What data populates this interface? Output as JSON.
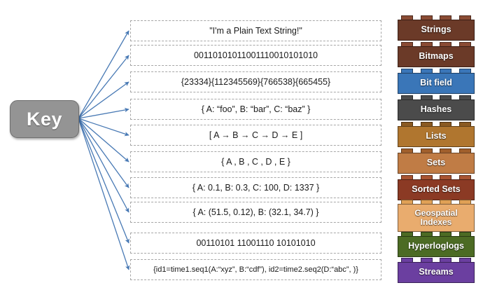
{
  "diagram": {
    "title_node": {
      "label": "Key",
      "color": "#949494"
    },
    "rows": [
      {
        "value": "\"I'm a Plain Text String!\"",
        "type_label": "Strings",
        "brick_color": "#6B3A28",
        "stud_color": "#8A4B34",
        "two_line": false
      },
      {
        "value": "00110101011001110010101010",
        "type_label": "Bitmaps",
        "brick_color": "#6B3A28",
        "stud_color": "#8A4B34",
        "two_line": false
      },
      {
        "value": "{23334}{112345569}{766538}{665455}",
        "type_label": "Bit field",
        "brick_color": "#3A76B8",
        "stud_color": "#3A76B8",
        "two_line": false
      },
      {
        "value": "{ A: “foo”, B: “bar”, C: “baz”  }",
        "type_label": "Hashes",
        "brick_color": "#4B4B4B",
        "stud_color": "#4B4B4B",
        "two_line": false
      },
      {
        "value": "[ A → B → C → D → E ]",
        "type_label": "Lists",
        "brick_color": "#B0762F",
        "stud_color": "#8A5A22",
        "two_line": false
      },
      {
        "value": "{  A , B , C , D , E  }",
        "type_label": "Sets",
        "brick_color": "#C07C45",
        "stud_color": "#A05F2C",
        "two_line": false
      },
      {
        "value": "{ A: 0.1, B: 0.3, C: 100, D: 1337 }",
        "type_label": "Sorted Sets",
        "brick_color": "#8B3A24",
        "stud_color": "#A85432",
        "two_line": false
      },
      {
        "value": "{ A: (51.5, 0.12), B: (32.1, 34.7)  }",
        "type_label": "Geospatial Indexes",
        "brick_color": "#E9AC6E",
        "stud_color": "#E0A055",
        "two_line": true
      },
      {
        "value": "00110101 11001110 10101010",
        "type_label": "Hyperloglogs",
        "brick_color": "#4C6B24",
        "stud_color": "#4C6B24",
        "two_line": false
      },
      {
        "value": "{id1=time1.seq1(A:“xyz”, B:“cdf”), id2=time2.seq2(D:“abc”, )}",
        "type_label": "Streams",
        "brick_color": "#6B3FA0",
        "stud_color": "#6B3FA0",
        "two_line": false
      }
    ],
    "arrow_color": "#4879B4",
    "box_border_color": "#a6a6a6"
  }
}
